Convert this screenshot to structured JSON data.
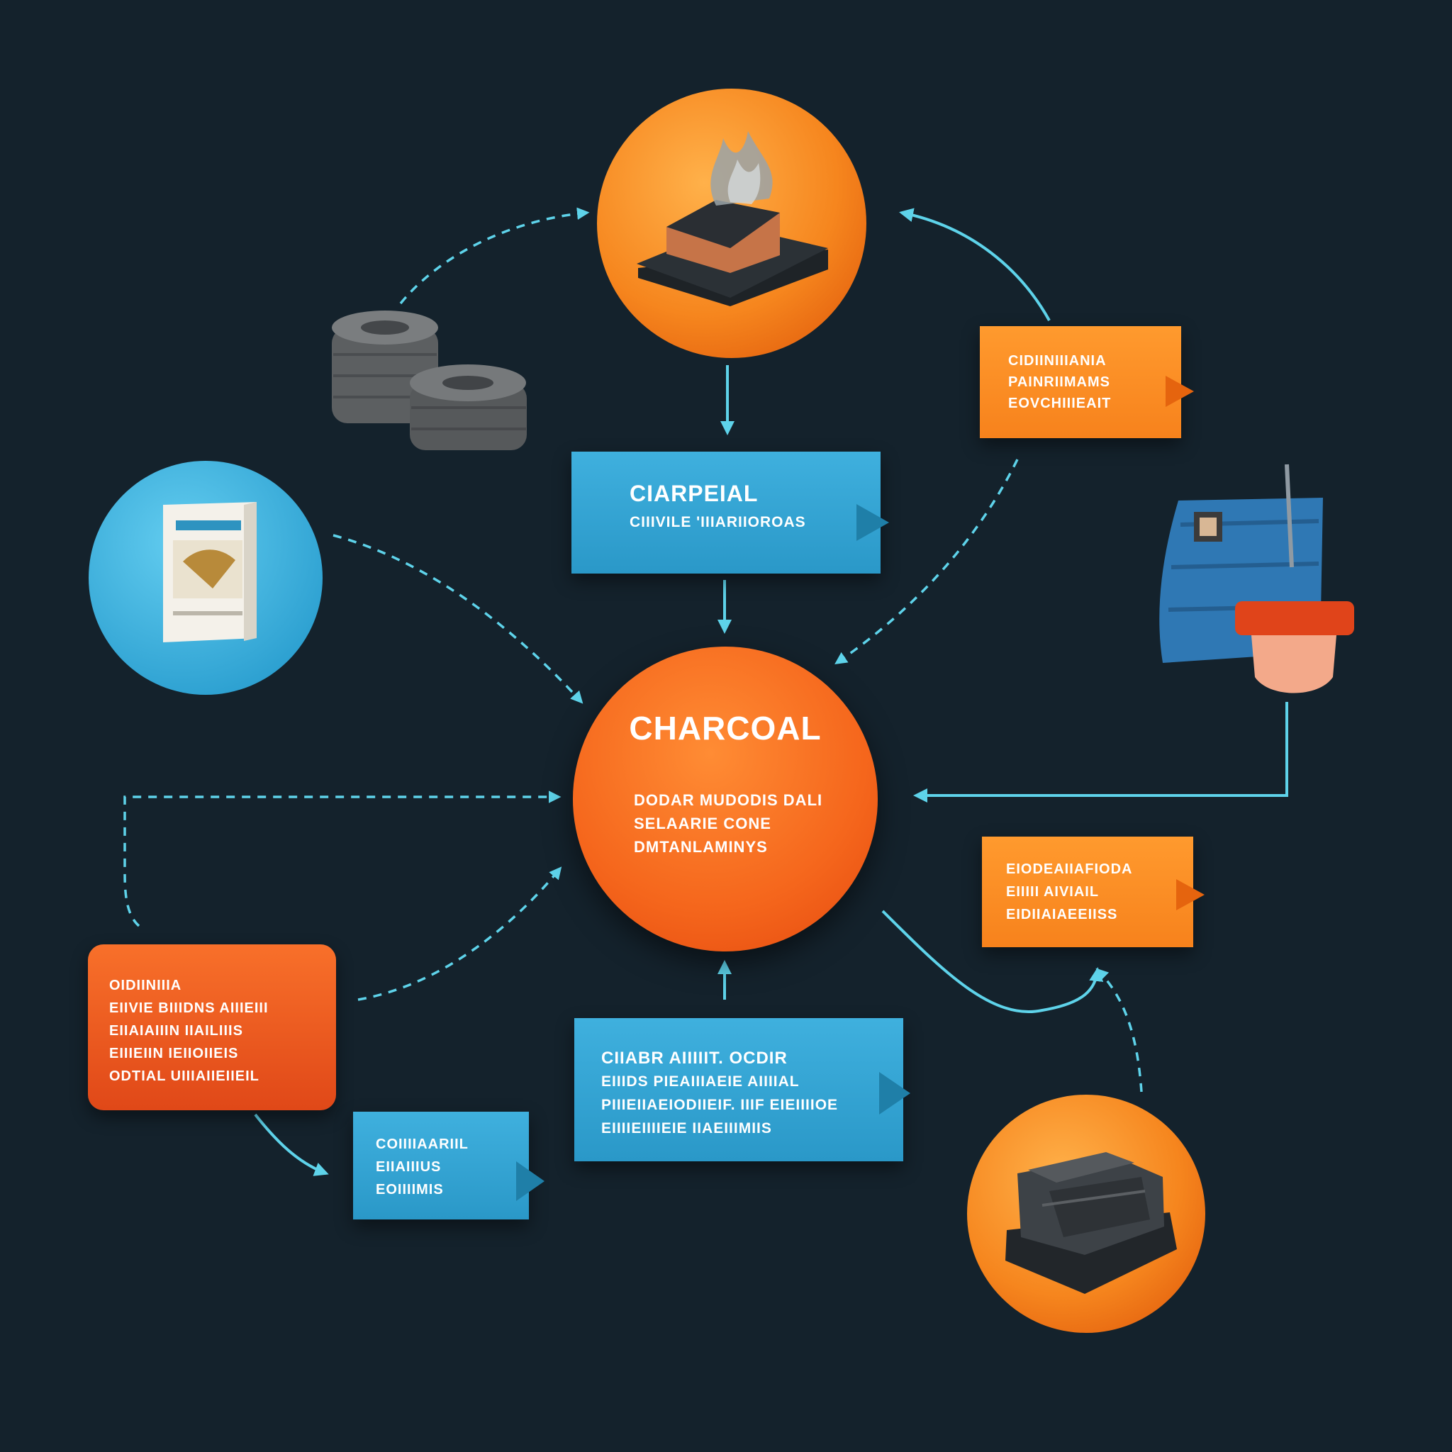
{
  "center": {
    "title": "CHARCOAL",
    "lines": [
      "DODAR MUDODIS",
      "DALI SELAARIE CONE",
      "DMTANLAMINYS"
    ]
  },
  "top_blue_box": {
    "title": "CIARPEIAL",
    "subtitle": "CIIIVILE 'IIIARIIOROAS"
  },
  "top_right_box": {
    "lines": [
      "CIDIINIIIANIA",
      "PAINRIIMAMS",
      "EOVCHIIIEAIT"
    ]
  },
  "mid_right_box": {
    "lines": [
      "EIODEAIIAFIODA",
      "EIIIII AIVIAIL",
      "EIDIIAIAEEIISS"
    ]
  },
  "left_red_box": {
    "lines": [
      "OIDIINIIIA",
      "EIIVIE BIIIDNS AIIIEIII",
      "EIIAIAIIIN IIAILIIIS",
      "EIIIEIIN IEIIOIIEIS",
      "ODTIAL UIIIAIIEIIEIL"
    ]
  },
  "bottom_left_blue_box": {
    "lines": [
      "COIIIIAARIIL",
      "EIIAIIIUS",
      "EOIIIIMIS"
    ]
  },
  "bottom_blue_box": {
    "lines": [
      "CIIABR AIIIIIT. OCDIR",
      "EIIIDS PIEAIIIAEIE AIIIIAL",
      "PIIIEIIAEIODIIEIF. IIIF EIEIIIIOE",
      "EIIIIEIIIIEIE IIAEIIIMIIS"
    ]
  },
  "colors": {
    "background": "#14222c",
    "orange": "#f7821c",
    "red": "#e04818",
    "blue": "#2a98c8",
    "connector": "#5ed3ea"
  },
  "icons": {
    "kiln_fire": "kiln-fire-icon",
    "coal_discs": "coal-discs-icon",
    "charcoal_bag": "charcoal-bag-icon",
    "grill": "grill-icon",
    "charcoal_lumps": "charcoal-lumps-icon"
  }
}
